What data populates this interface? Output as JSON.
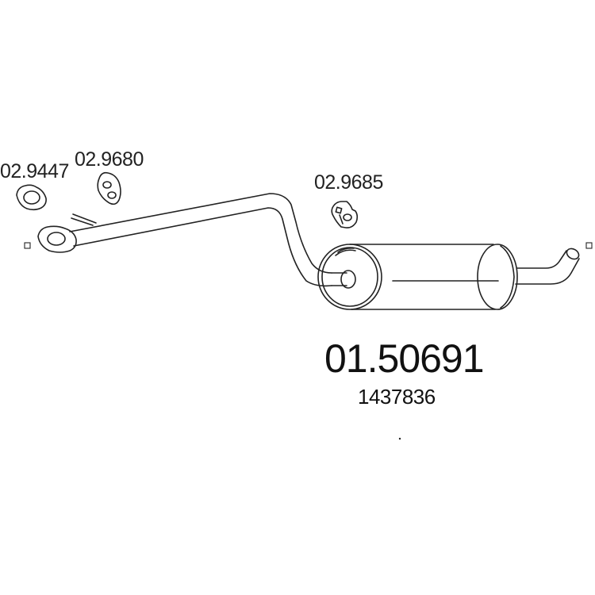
{
  "parts": {
    "gasket": {
      "code": "02.9447",
      "icon": "gasket-icon"
    },
    "hanger_rubber_left": {
      "code": "02.9680",
      "icon": "rubber-hanger-icon"
    },
    "hanger_rubber_right": {
      "code": "02.9685",
      "icon": "rubber-hanger-icon"
    }
  },
  "product": {
    "part_number": "01.50691",
    "oe_number": "1437836"
  },
  "colors": {
    "line": "#222222",
    "background": "#ffffff"
  }
}
